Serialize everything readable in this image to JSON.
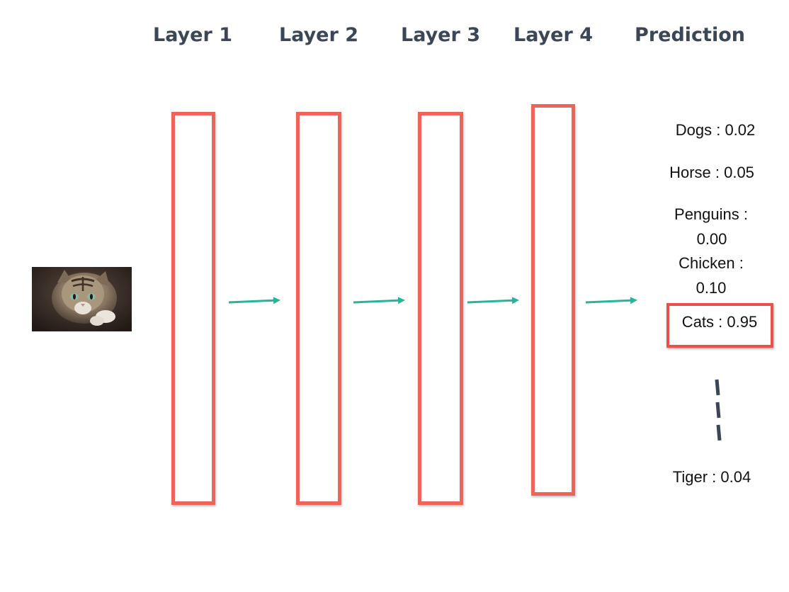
{
  "headers": {
    "layer1": "Layer 1",
    "layer2": "Layer 2",
    "layer3": "Layer 3",
    "layer4": "Layer 4",
    "prediction": "Prediction"
  },
  "predictions": {
    "dogs": "Dogs : 0.02",
    "horse": "Horse : 0.05",
    "penguins_line1": "Penguins :",
    "penguins_line2": "0.00",
    "chicken_line1": "Chicken :",
    "chicken_line2": "0.10",
    "cats": "Cats : 0.95",
    "tiger": "Tiger : 0.04"
  },
  "colors": {
    "layer_border": "#ee6459",
    "highlight_border": "#e8524a",
    "arrow": "#2bb39a",
    "header_text": "#3b4656"
  },
  "input_image": "cat-photo"
}
